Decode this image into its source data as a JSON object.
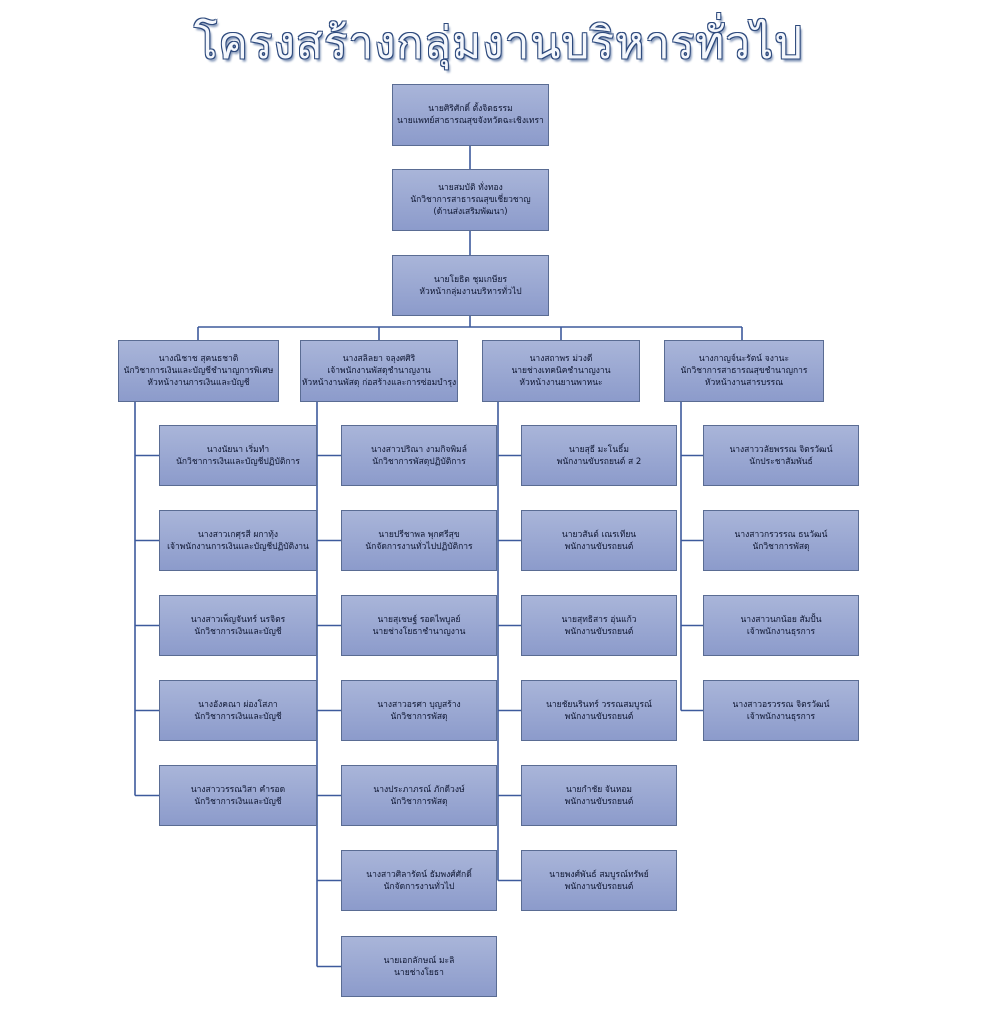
{
  "title": "โครงสร้างกลุ่มงานบริหารทั่วไป",
  "colors": {
    "box_fill": "#8c9bcb",
    "box_border": "#5a6c93",
    "line": "#3d5a9c",
    "title": "#2e4a7d"
  },
  "top": [
    {
      "name": "นายศิริศักดิ์ ตั้งจิตธรรม",
      "role": "นายแพทย์สาธารณสุขจังหวัดฉะเชิงเทรา"
    },
    {
      "name": "นายสมบัติ ทั่งทอง",
      "role": "นักวิชาการสาธารณสุขเชี่ยวชาญ",
      "role2": "(ด้านส่งเสริมพัฒนา)"
    },
    {
      "name": "นายโยธิต ชุมเกษียร",
      "role": "หัวหน้ากลุ่มงานบริหารทั่วไป"
    }
  ],
  "columns": [
    {
      "head": {
        "name": "นางณิชาช สุคนธชาติ",
        "role": "นักวิชาการเงินและบัญชีชำนาญการพิเศษ",
        "role2": "หัวหน้างานการเงินและบัญชี"
      },
      "members": [
        {
          "name": "นางนัยนา เริ่มทำ",
          "role": "นักวิชาการเงินและบัญชีปฏิบัติการ"
        },
        {
          "name": "นางสาวเกศุรสี ผกาทุ้ง",
          "role": "เจ้าพนักงานการเงินและบัญชีปฏิบัติงาน"
        },
        {
          "name": "นางสาวเพ็ญจันทร์ นรจิตร",
          "role": "นักวิชาการเงินและบัญชี"
        },
        {
          "name": "นางอังคณา ผ่องโสภา",
          "role": "นักวิชาการเงินและบัญชี"
        },
        {
          "name": "นางสาววรรณวิสา คำรอด",
          "role": "นักวิชาการเงินและบัญชี"
        }
      ]
    },
    {
      "head": {
        "name": "นางสลิลยา จลุงศศิริ",
        "role": "เจ้าพนักงานพัสดุชำนาญงาน",
        "role2": "หัวหน้างานพัสดุ ก่อสร้างและการซ่อมบำรุง"
      },
      "members": [
        {
          "name": "นางสาวปริณา งามกิจพิมล์",
          "role": "นักวิชาการพัสดุปฏิบัติการ"
        },
        {
          "name": "นายปรีชาพล พุกศรีสุข",
          "role": "นักจัดการงานทั่วไปปฏิบัติการ"
        },
        {
          "name": "นายสุเชษฐ์ รอดไพบูลย์",
          "role": "นายช่างโยธาชำนาญงาน"
        },
        {
          "name": "นางสาวอรศา บุญสร้าง",
          "role": "นักวิชาการพัสดุ"
        },
        {
          "name": "นางประภาภรณ์ ภักดีวงษ์",
          "role": "นักวิชาการพัสดุ"
        },
        {
          "name": "นางสาวศิลารัตน์ ธัมพงศ์ศักดิ์",
          "role": "นักจัดการงานทั่วไป"
        },
        {
          "name": "นายเอกลักษณ์ มะลิ",
          "role": "นายช่างโยธา"
        }
      ]
    },
    {
      "head": {
        "name": "นางสถาพร ม่วงดี",
        "role": "นายช่างเทคนิคชำนาญงาน",
        "role2": "หัวหน้างานยานพาหนะ"
      },
      "members": [
        {
          "name": "นายสุธี มะโนธิ์ม",
          "role": "พนักงานขับรถยนต์ ส 2"
        },
        {
          "name": "นายวสันต์ เณรเทียน",
          "role": "พนักงานขับรถยนต์"
        },
        {
          "name": "นายสุทธิสาร อุ่นแก้ว",
          "role": "พนักงานขับรถยนต์"
        },
        {
          "name": "นายชัยนรินทร์ วรรณสมบูรณ์",
          "role": "พนักงานขับรถยนต์"
        },
        {
          "name": "นายกำชัย จันหอม",
          "role": "พนักงานขับรถยนต์"
        },
        {
          "name": "นายพงศ์พันธ์ สมบูรณ์ทรัพย์",
          "role": "พนักงานขับรถยนต์"
        }
      ]
    },
    {
      "head": {
        "name": "นางกาญจ์นะรัตน์ จงานะ",
        "role": "นักวิชาการสาธารณสุขชำนาญการ",
        "role2": "หัวหน้างานสารบรรณ"
      },
      "members": [
        {
          "name": "นางสาววลัยพรรณ จิตรวัฒน์",
          "role": "นักประชาสัมพันธ์"
        },
        {
          "name": "นางสาวกรวรรณ ธนวัฒน์",
          "role": "นักวิชาการพัสดุ"
        },
        {
          "name": "นางสาวนกน้อย สัมปั้น",
          "role": "เจ้าพนักงานธุรการ"
        },
        {
          "name": "นางสาวอรวรรณ จิตรวัฒน์",
          "role": "เจ้าพนักงานธุรการ"
        }
      ]
    }
  ]
}
